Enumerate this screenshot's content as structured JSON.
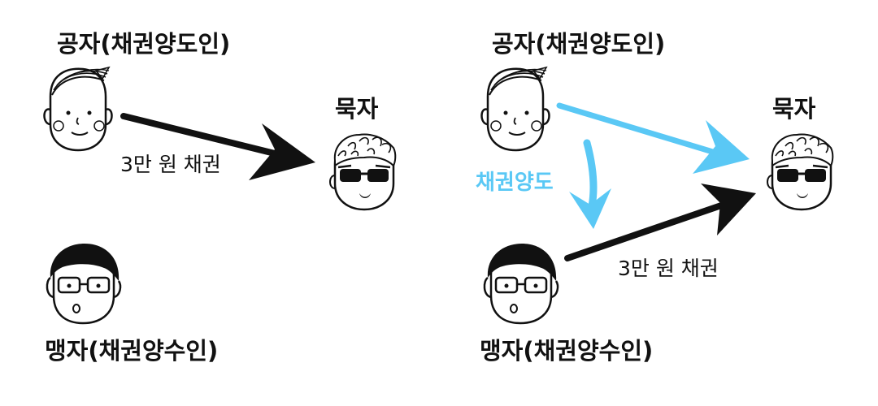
{
  "left_panel": {
    "gongja_label": "공자(채권양도인)",
    "mukja_label": "묵자",
    "maengja_label": "맹자(채권양수인)",
    "claim_label": "3만 원 채권"
  },
  "right_panel": {
    "gongja_label": "공자(채권양도인)",
    "mukja_label": "묵자",
    "maengja_label": "맹자(채권양수인)",
    "claim_label": "3만 원 채권",
    "transfer_label": "채권양도"
  },
  "colors": {
    "arrow_black": "#111111",
    "arrow_blue": "#5ac8f5"
  }
}
